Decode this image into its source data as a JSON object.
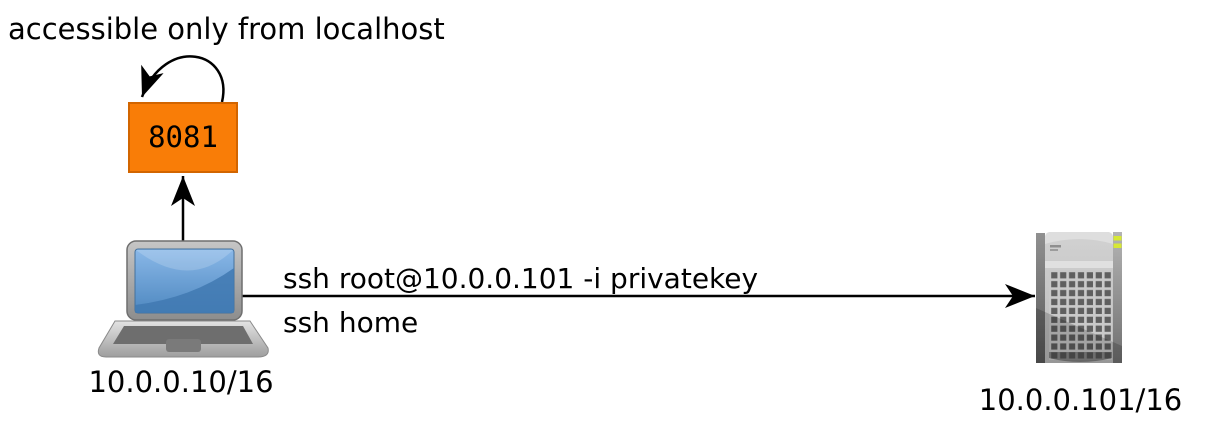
{
  "annotation": "accessible only from localhost",
  "port_node": {
    "label": "8081"
  },
  "laptop_node": {
    "label": "10.0.0.10/16"
  },
  "server_node": {
    "label": "10.0.0.101/16"
  },
  "ssh_edge": {
    "command": "ssh root@10.0.0.101 -i privatekey",
    "alias": "ssh home"
  },
  "colors": {
    "port_fill": "#f97d07",
    "port_border": "#d26500",
    "led_green": "#d7e834",
    "screen_blue": "#5d97ce",
    "line": "#000000"
  }
}
